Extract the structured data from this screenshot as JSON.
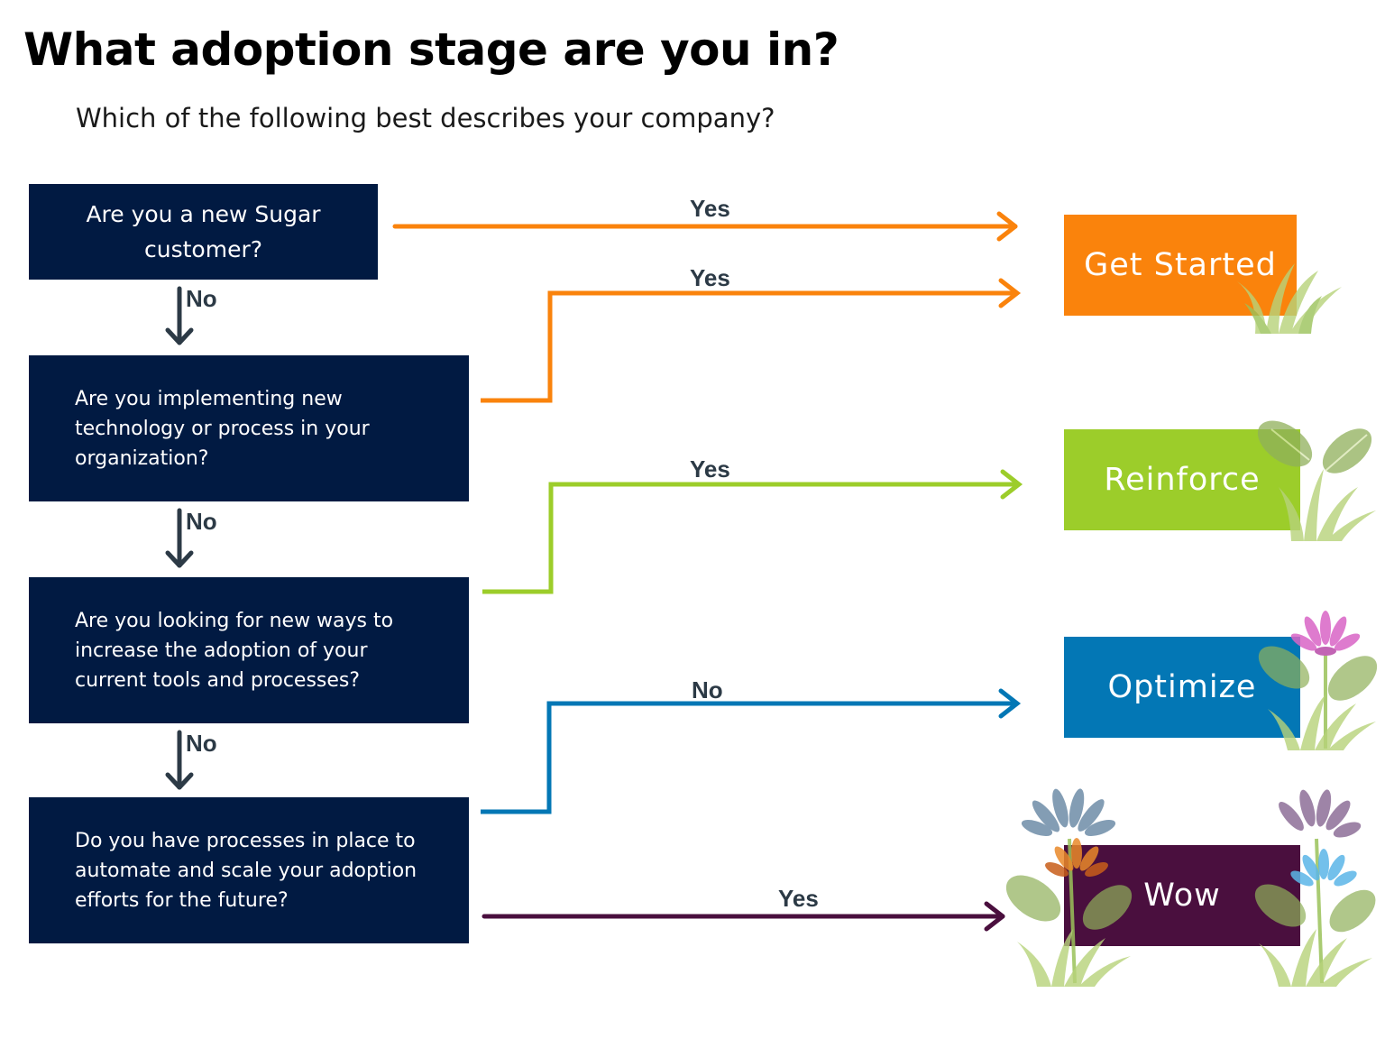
{
  "title": "What adoption stage are you in?",
  "subtitle": "Which of the following best describes your company?",
  "questions": [
    "Are you a new Sugar customer?",
    "Are you implementing new technology or process in your organization?",
    "Are you looking for new ways to increase the adoption of your current tools and processes?",
    "Do you have processes in place to automate and scale your adoption efforts for the future?"
  ],
  "no_labels": [
    "No",
    "No",
    "No"
  ],
  "branch_labels": [
    "Yes",
    "Yes",
    "Yes",
    "No",
    "Yes"
  ],
  "stages": [
    "Get Started",
    "Reinforce",
    "Optimize",
    "Wow"
  ],
  "colors": {
    "question_box": "#011a42",
    "orange": "#fa830c",
    "green": "#9ccd2a",
    "blue": "#0377b5",
    "purple": "#4a0f3e",
    "down_arrow": "#2c3a46"
  }
}
